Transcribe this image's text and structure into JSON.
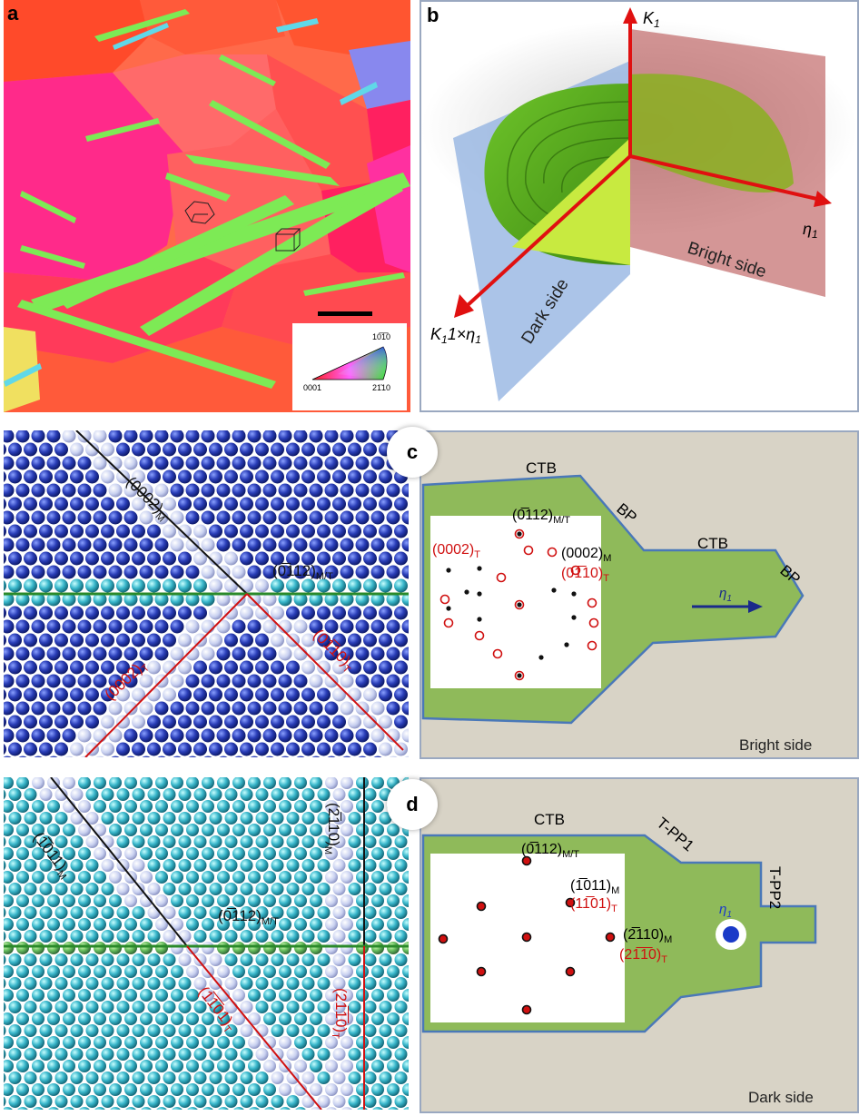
{
  "panels": {
    "a": {
      "label": "a",
      "legend": {
        "top": "10̅1̅0",
        "left": "0001",
        "right": "21͐10"
      }
    },
    "b": {
      "label": "b",
      "axes": {
        "k1": "K",
        "k1_sub": "1",
        "eta1": "η",
        "eta1_sub": "1",
        "k1xeta1": "K",
        "k1xeta1_mid": "1×η",
        "k1xeta1_sub": "1"
      },
      "bright_side": "Bright side",
      "dark_side": "Dark side"
    },
    "c": {
      "label": "c",
      "plane_0002M": "(0002)",
      "plane_0002M_sub": "M",
      "plane_0112MT": "(0̅112)",
      "plane_0112MT_sub": "M/T",
      "plane_0002T": "(0002)",
      "plane_0002T_sub": "T",
      "plane_0110T": "(01̅10)",
      "plane_0110T_sub": "T",
      "ctb_top": "CTB",
      "bp_top": "BP",
      "ctb_right": "CTB",
      "bp_right": "BP",
      "eta": "η",
      "eta_sub": "1",
      "diff_0112": "(0̅112)",
      "diff_0112_sub": "M/T",
      "diff_0002T": "(0002)",
      "diff_0002T_sub": "T",
      "diff_0002M": "(0002)",
      "diff_0002M_sub": "M",
      "diff_0110T": "(01̅10)",
      "diff_0110T_sub": "T",
      "side": "Bright side"
    },
    "d": {
      "label": "d",
      "plane_1011M": "(1̅011)",
      "plane_1011M_sub": "M",
      "plane_2110M": "(2̅110)",
      "plane_2110M_sub": "M",
      "plane_0112MT": "(0̅112)",
      "plane_0112MT_sub": "M/T",
      "plane_1101T": "(1̅1̅01)",
      "plane_1101T_sub": "T",
      "plane_2110T": "(21̅1̅0)",
      "plane_2110T_sub": "T",
      "ctb": "CTB",
      "tpp1": "T-PP1",
      "tpp2": "T-PP2",
      "eta": "η",
      "eta_sub": "1",
      "diff_0112": "(0̅112)",
      "diff_0112_sub": "M/T",
      "diff_1011M": "(1̅011)",
      "diff_1011M_sub": "M",
      "diff_1101T": "(11̅01)",
      "diff_1101T_sub": "T",
      "diff_2110M": "(2̅110)",
      "diff_2110M_sub": "M",
      "diff_2110T": "(21̅1̅0)",
      "diff_2110T_sub": "T",
      "side": "Dark side"
    }
  },
  "colors": {
    "green_grain": "#8fba5a",
    "beige_bg": "#d6d0c3",
    "border_blue": "#4a78b8",
    "red_text": "#d0141b",
    "atom_blue": "#2233aa",
    "atom_cyan": "#3fb8c8"
  }
}
